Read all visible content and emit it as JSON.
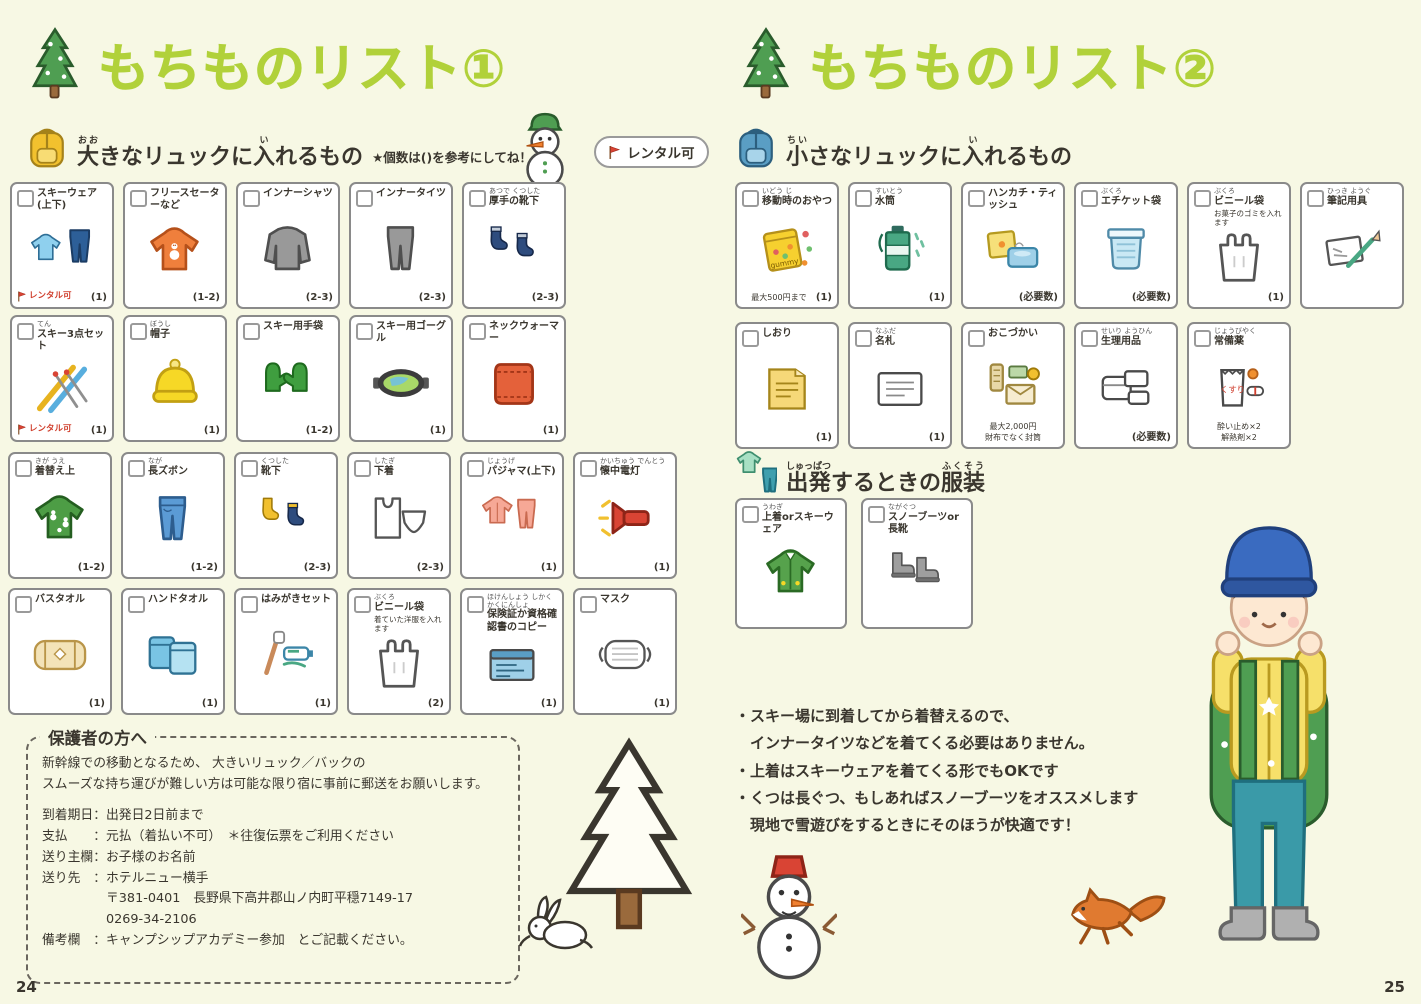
{
  "colors": {
    "background": "#f7f8e4",
    "title_green": "#b1d13a",
    "text": "#3a362e",
    "rental_red": "#d0402e"
  },
  "left": {
    "page_number": "24",
    "title": "もちものリスト①",
    "title_icon": "pine-doodle-icon",
    "section": {
      "icon": "big-backpack-icon",
      "heading_parts": [
        [
          "大",
          "おお"
        ],
        [
          "きなリュックに",
          ""
        ],
        [
          "入",
          "い"
        ],
        [
          "れるもの",
          ""
        ]
      ],
      "note": "★個数は()を参考にしてね！",
      "snowman_icon": "snowman-green-hat-icon",
      "rental_badge": {
        "icon": "red-flag-icon",
        "label": "レンタル可"
      }
    },
    "row1": [
      {
        "name": "スキーウェア(上下)",
        "qty": "(1)",
        "icon": "ski-wear-icon",
        "flag": "レンタル可",
        "flag_icon": "red-flag-icon"
      },
      {
        "name": "フリースセーターなど",
        "qty": "(1-2)",
        "icon": "fleece-sweater-icon"
      },
      {
        "name": "インナーシャツ",
        "qty": "(2-3)",
        "icon": "inner-shirt-icon"
      },
      {
        "name": "インナータイツ",
        "qty": "(2-3)",
        "icon": "inner-tights-icon"
      },
      {
        "name": "厚手の靴下",
        "ruby": "あつで くつした",
        "qty": "(2-3)",
        "icon": "thick-socks-icon"
      }
    ],
    "row2": [
      {
        "name": "スキー3点セット",
        "ruby": "てん",
        "qty": "(1)",
        "icon": "ski-set-icon",
        "flag": "レンタル可",
        "flag_icon": "red-flag-icon"
      },
      {
        "name": "帽子",
        "ruby": "ぼうし",
        "qty": "(1)",
        "icon": "beanie-icon"
      },
      {
        "name": "スキー用手袋",
        "qty": "(1-2)",
        "icon": "ski-gloves-icon"
      },
      {
        "name": "スキー用ゴーグル",
        "qty": "(1)",
        "icon": "ski-goggles-icon"
      },
      {
        "name": "ネックウォーマー",
        "qty": "(1)",
        "icon": "neck-warmer-icon"
      }
    ],
    "row3": [
      {
        "name": "着替え上",
        "ruby": "きが うえ",
        "qty": "(1-2)",
        "icon": "sweater-green-icon"
      },
      {
        "name": "長ズボン",
        "ruby": "なが",
        "qty": "(1-2)",
        "icon": "jeans-icon"
      },
      {
        "name": "靴下",
        "ruby": "くつした",
        "qty": "(2-3)",
        "icon": "socks-icon"
      },
      {
        "name": "下着",
        "ruby": "したぎ",
        "qty": "(2-3)",
        "icon": "underwear-icon"
      },
      {
        "name": "パジャマ(上下)",
        "ruby": "じょうげ",
        "qty": "(1)",
        "icon": "pajama-icon"
      },
      {
        "name": "懐中電灯",
        "ruby": "かいちゅう でんとう",
        "qty": "(1)",
        "icon": "flashlight-icon"
      }
    ],
    "row4": [
      {
        "name": "バスタオル",
        "qty": "(1)",
        "icon": "bath-towel-icon"
      },
      {
        "name": "ハンドタオル",
        "qty": "(1)",
        "icon": "hand-towel-icon"
      },
      {
        "name": "はみがきセット",
        "qty": "(1)",
        "icon": "toothbrush-icon"
      },
      {
        "name": "ビニール袋",
        "ruby": "ぶくろ",
        "note_top": "着ていた洋服を入れます",
        "qty": "(2)",
        "icon": "plastic-bag-icon"
      },
      {
        "name": "保険証か資格確認書のコピー",
        "ruby": "ほけんしょう しかくかくにんしょ",
        "qty": "(1)",
        "icon": "insurance-card-icon"
      },
      {
        "name": "マスク",
        "qty": "(1)",
        "icon": "mask-icon"
      }
    ],
    "parents_box": {
      "title": "保護者の方へ",
      "intro": "新幹線での移動となるため、 大きいリュック／バックの\nスムーズな持ち運びが難しい方は可能な限り宿に事前に郵送をお願いします。",
      "details": "到着期日：出発日2日前まで\n支払　　：元払（着払い不可）　＊往復伝票をご利用ください\n送り主欄：お子様のお名前\n送り先　：ホテルニュー横手\n　　　　　〒381-0401　長野県下高井郡山ノ内町平穏7149-17\n　　　　　0269-34-2106\n備考欄　：キャンプシップアカデミー参加　とご記載ください。"
    },
    "decor": {
      "pine_icon": "pine-outline-icon",
      "rabbit_icon": "rabbit-icon"
    }
  },
  "right": {
    "page_number": "25",
    "title": "もちものリスト②",
    "title_icon": "pine-doodle-icon",
    "section_small": {
      "icon": "small-backpack-icon",
      "heading_parts": [
        [
          "小",
          "ちい"
        ],
        [
          "さなリュックに",
          ""
        ],
        [
          "入",
          "い"
        ],
        [
          "れるもの",
          ""
        ]
      ]
    },
    "row1": [
      {
        "name": "移動時のおやつ",
        "ruby": "いどう じ",
        "note_bottom": "最大500円まで",
        "qty": "(1)",
        "icon": "snack-icon"
      },
      {
        "name": "水筒",
        "ruby": "すいとう",
        "qty": "(1)",
        "icon": "water-bottle-icon"
      },
      {
        "name": "ハンカチ・ティッシュ",
        "qty": "(必要数)",
        "icon": "tissue-icon"
      },
      {
        "name": "エチケット袋",
        "ruby": "ぶくろ",
        "qty": "(必要数)",
        "icon": "etiquette-bag-icon"
      },
      {
        "name": "ビニール袋",
        "ruby": "ぶくろ",
        "note_top": "お菓子のゴミを入れます",
        "qty": "(1)",
        "icon": "plastic-bag-icon"
      },
      {
        "name": "筆記用具",
        "ruby": "ひっき ようぐ",
        "icon": "stationery-icon"
      }
    ],
    "row2": [
      {
        "name": "しおり",
        "qty": "(1)",
        "icon": "booklet-icon"
      },
      {
        "name": "名札",
        "ruby": "なふだ",
        "qty": "(1)",
        "icon": "name-tag-icon"
      },
      {
        "name": "おこづかい",
        "note_bottom": "最大2,000円\n財布でなく封筒",
        "icon": "money-icon"
      },
      {
        "name": "生理用品",
        "ruby": "せいり ようひん",
        "qty": "(必要数)",
        "icon": "sanitary-icon"
      },
      {
        "name": "常備薬",
        "ruby": "じょうびやく",
        "note_bottom": "酔い止め×2\n解熱剤×2",
        "icon": "medicine-icon"
      }
    ],
    "section_outfit": {
      "icon": "outfit-icon",
      "heading_parts": [
        [
          "出発",
          "しゅっぱつ"
        ],
        [
          "するときの",
          ""
        ],
        [
          "服装",
          "ふくそう"
        ]
      ]
    },
    "outfit_cards": [
      {
        "name": "上着orスキーウェア",
        "ruby": "うわぎ",
        "icon": "jacket-icon"
      },
      {
        "name": "スノーブーツor長靴",
        "ruby": "ながぐつ",
        "icon": "boots-icon"
      }
    ],
    "notes": "・スキー場に到着してから着替えるので、\n　インナータイツなどを着てくる必要はありません。\n・上着はスキーウェアを着てくる形でもOKです\n・くつは長ぐつ、もしあればスノーブーツをオススメします\n　現地で雪遊びをするときにそのほうが快適です！",
    "decor": {
      "snowman_icon": "snowman-red-hat-icon",
      "fox_icon": "fox-icon",
      "child_icon": "child-illustration"
    }
  }
}
